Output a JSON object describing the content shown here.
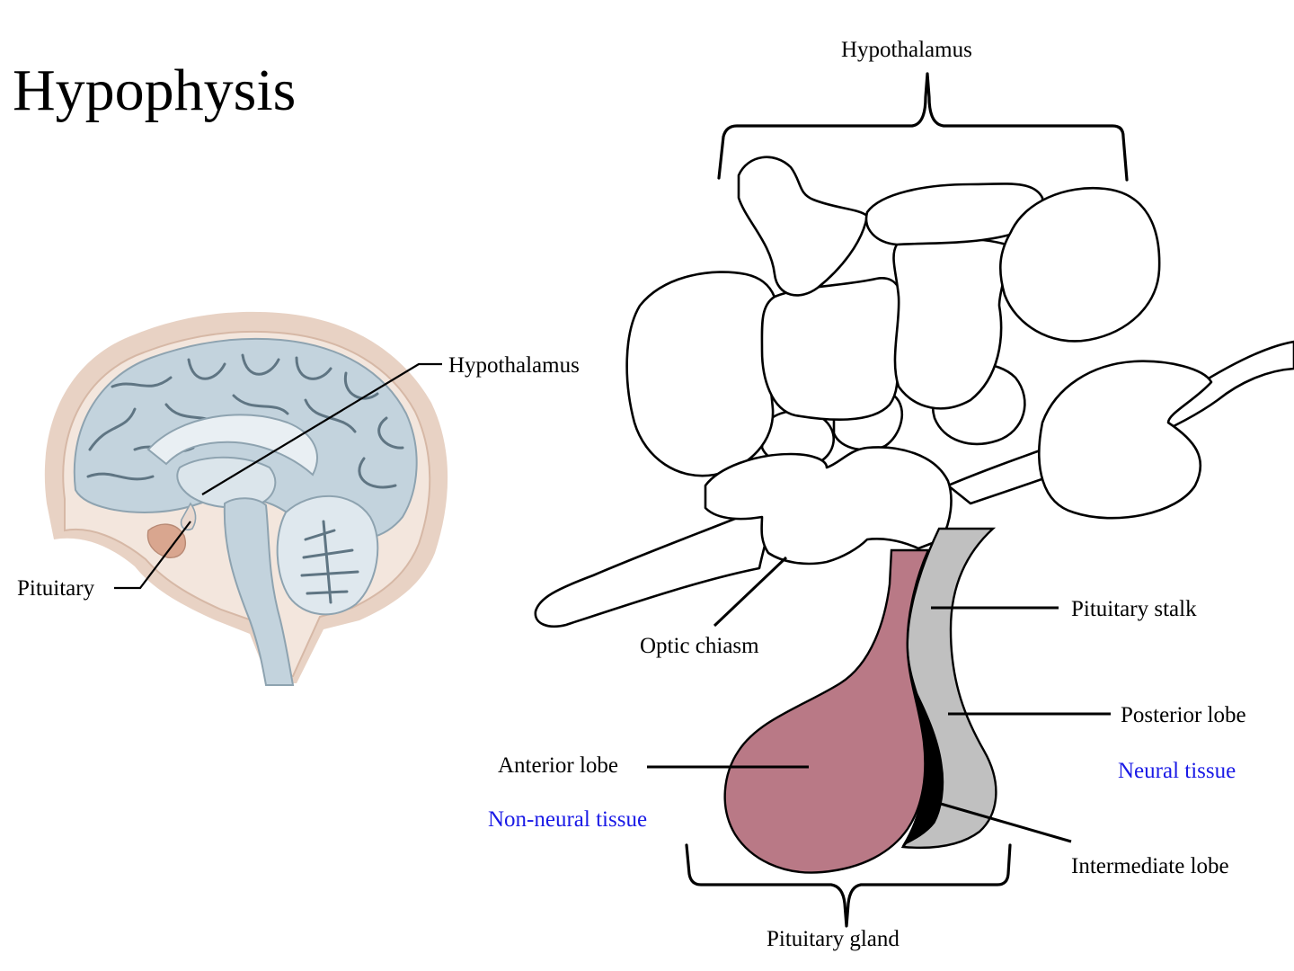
{
  "title": "Hypophysis",
  "labels": {
    "hypothalamus_top": "Hypothalamus",
    "hypothalamus_left": "Hypothalamus",
    "pituitary": "Pituitary",
    "optic_chiasm": "Optic chiasm",
    "pituitary_stalk": "Pituitary stalk",
    "posterior_lobe": "Posterior lobe",
    "neural_tissue": "Neural tissue",
    "anterior_lobe": "Anterior lobe",
    "non_neural_tissue": "Non-neural tissue",
    "intermediate_lobe": "Intermediate lobe",
    "pituitary_gland": "Pituitary gland"
  },
  "colors": {
    "anterior_lobe": "#b97986",
    "posterior_lobe": "#c0c0c0",
    "intermediate_lobe": "#000000",
    "tissue_label": "#1a1ae6",
    "brain_tissue": "#c3d3dd",
    "skull": "#e8d2c4"
  }
}
